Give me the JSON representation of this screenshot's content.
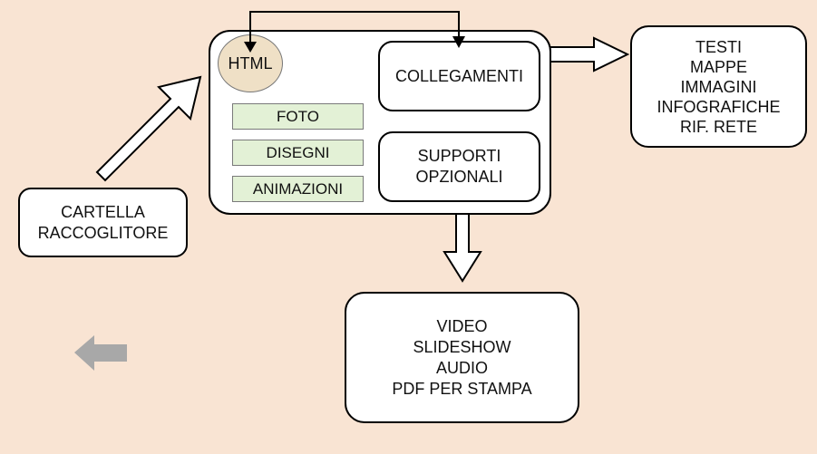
{
  "diagram": {
    "html_label": "HTML",
    "cartella": [
      "CARTELLA",
      "RACCOGLITORE"
    ],
    "collegamenti": "COLLEGAMENTI",
    "supporti": [
      "SUPPORTI",
      "OPZIONALI"
    ],
    "media_items": [
      "FOTO",
      "DISEGNI",
      "ANIMAZIONI"
    ],
    "testi_box": [
      "TESTI",
      "MAPPE",
      "IMMAGINI",
      "INFOGRAFICHE",
      "RIF. RETE"
    ],
    "video_box": [
      "VIDEO",
      "SLIDESHOW",
      "AUDIO",
      "PDF PER STAMPA"
    ]
  },
  "colors": {
    "background": "#f9e4d3",
    "green_box": "#e3f1d6",
    "html_circle": "#efe0c6",
    "back_arrow": "#a8a8a8"
  },
  "nav": {
    "back_icon": "back-arrow-icon"
  }
}
